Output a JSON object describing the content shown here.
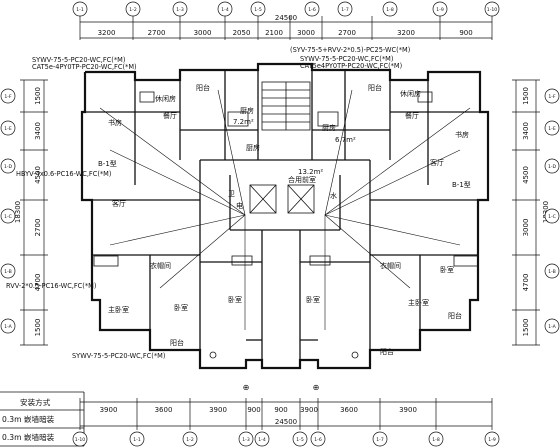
{
  "top_dims": [
    "3200",
    "2700",
    "3000",
    "2050",
    "2100",
    "3000",
    "2700",
    "3200",
    "900"
  ],
  "top_total": "24500",
  "bottom_dims": [
    "3900",
    "3600",
    "3900",
    "900",
    "900",
    "3900",
    "3600",
    "3900"
  ],
  "bottom_total": "24500",
  "left_total": "18300",
  "right_total": "18300",
  "left_dims": [
    "1500",
    "3400",
    "4500",
    "2700",
    "4700",
    "1500"
  ],
  "right_dims": [
    "1500",
    "3400",
    "4500",
    "3000",
    "4700",
    "1500"
  ],
  "axis_top": [
    "1-1",
    "1-2",
    "1-3",
    "1-4",
    "1-5",
    "1-6",
    "1-7",
    "1-8",
    "1-9",
    "1-10"
  ],
  "axis_bottom": [
    "1-1",
    "1-2",
    "1-3",
    "1-4",
    "1-5",
    "1-6",
    "1-7",
    "1-8",
    "1-9",
    "1-10"
  ],
  "axis_left": [
    "1-F",
    "1-E",
    "1-D",
    "1-C",
    "1-B",
    "1-A"
  ],
  "axis_right": [
    "1-F",
    "1-E",
    "1-D",
    "1-C",
    "1-B",
    "1-A"
  ],
  "rooms": {
    "study_l": "书房",
    "restaurant_l": "餐厅",
    "balcony_tl": "阳台",
    "kitchen_l": "厨房",
    "area_kitchen_l": "7.2m²",
    "shower_room_l": "休闲房",
    "living_l": "客厅",
    "storage_l": "衣帽间",
    "bedroom_l": "卧室",
    "master_bed_l": "主卧室",
    "bath_l": "卫",
    "balcony_bl": "阳台",
    "study_r": "书房",
    "restaurant_r": "餐厅",
    "balcony_tr": "阳台",
    "kitchen_r": "厨房",
    "area_kitchen_r": "6.7m²",
    "shower_room_r": "休闲房",
    "living_r": "客厅",
    "storage_r": "衣帽间",
    "bedroom_r": "卧室",
    "master_bed_r": "主卧室",
    "balcony_br": "阳台",
    "bedroom_cl": "卧室",
    "bedroom_cr": "卧室",
    "hall_area": "13.2m²",
    "hall": "合用前室",
    "unit_left": "B-1型",
    "unit_right": "B-1型",
    "pipe_l": "电",
    "pipe_r": "水",
    "balcony_bc": "阳台",
    "kitchen_mid": "厨房"
  },
  "cables": {
    "c1": "SYWV-75-5-PC20-WC,FC(*M)",
    "c2": "CAT5e-4PY0TP-PC20-WC,FC(*M)",
    "c3": "(SYV-75-5+RVV-2*0.5)-PC25-WC(*M)",
    "c4": "SYWV-75-5-PC20-WC,FC(*M)",
    "c5": "CAT5e4PY0TP-PC20-WC,FC(*M)",
    "c6": "HBYV-4x0.6-PC16-WC,FC(*M)",
    "c7": "RVV-2*0.5-PC16-WC,FC(*M)",
    "c8": "SYWV-75-5-PC20-WC,FC(*M)"
  },
  "legend": {
    "title": "安装方式",
    "row1": "0.3m 嵌墙暗装",
    "row2": "0.3m 嵌墙暗装"
  },
  "entrance": [
    "⊕",
    "⊕"
  ]
}
